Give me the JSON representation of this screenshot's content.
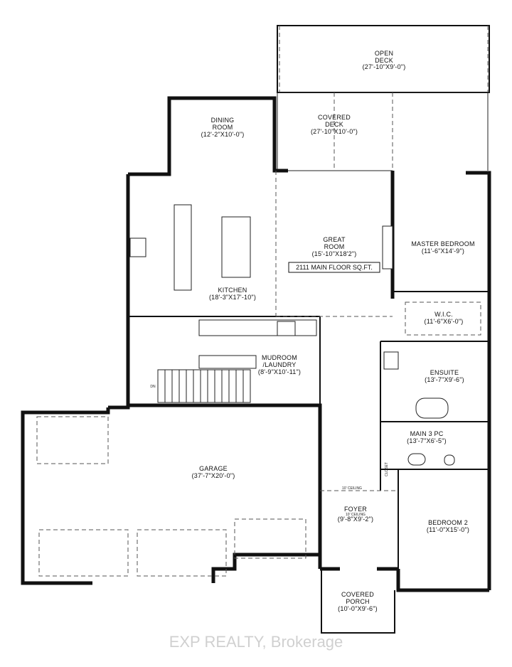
{
  "rooms": {
    "open_deck": {
      "name": "OPEN\nDECK",
      "line1": "OPEN",
      "line2": "DECK",
      "dims": "(27'-10\"X9'-0\")"
    },
    "covered_deck": {
      "line1": "COVERED",
      "line2": "DECK",
      "dims": "(27'-10\"X10'-0\")"
    },
    "dining_room": {
      "line1": "DINING",
      "line2": "ROOM",
      "dims": "(12'-2\"X10'-0\")"
    },
    "great_room": {
      "line1": "GREAT",
      "line2": "ROOM",
      "dims": "(15'-10\"X18'2\")"
    },
    "master_bedroom": {
      "line1": "MASTER BEDROOM",
      "dims": "(11'-6\"X14'-9\")"
    },
    "kitchen": {
      "line1": "KITCHEN",
      "dims": "(18'-3\"X17'-10\")"
    },
    "wic": {
      "line1": "W.I.C.",
      "dims": "(11'-6\"X6'-0\")"
    },
    "mudroom": {
      "line1": "MUDROOM",
      "line2": "/LAUNDRY",
      "dims": "(8'-9\"X10'-11\")"
    },
    "ensuite": {
      "line1": "ENSUITE",
      "dims": "(13'-7\"X9'-6\")"
    },
    "main_3pc": {
      "line1": "MAIN 3 PC",
      "dims": "(13'-7\"X6'-5\")"
    },
    "garage": {
      "line1": "GARAGE",
      "dims": "(37'-7\"X20'-0\")"
    },
    "foyer": {
      "line1": "FOYER",
      "note": "10' CEILING",
      "dims": "(9'-8\"X9'-2\")"
    },
    "bedroom2": {
      "line1": "BEDROOM 2",
      "dims": "(11'-0\"X15'-0\")"
    },
    "covered_porch": {
      "line1": "COVERED",
      "line2": "PORCH",
      "dims": "(10'-0\"X9'-6\")"
    }
  },
  "annotations": {
    "sqft": "2111 MAIN FLOOR SQ.FT.",
    "stairs_dn": "DN",
    "closet": "CLOSET",
    "ceiling_note": "10' CEILING"
  },
  "watermark": "EXP REALTY, Brokerage"
}
